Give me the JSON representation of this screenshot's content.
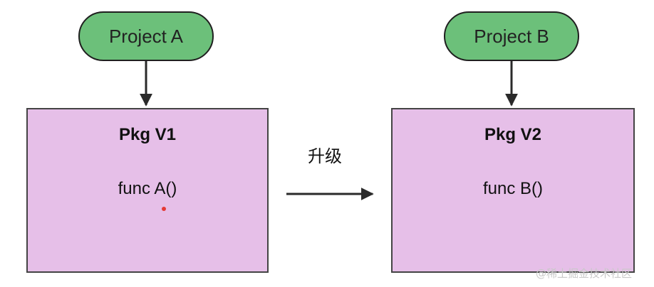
{
  "left": {
    "project_label": "Project A",
    "package_title": "Pkg V1",
    "function_label": "func A()"
  },
  "right": {
    "project_label": "Project B",
    "package_title": "Pkg V2",
    "function_label": "func B()"
  },
  "transition": {
    "label": "升级"
  },
  "watermark": "@稀土掘金技术社区",
  "colors": {
    "project_fill": "#6cc07a",
    "package_fill": "#e6bfe8",
    "pointer_dot": "#e53935"
  }
}
